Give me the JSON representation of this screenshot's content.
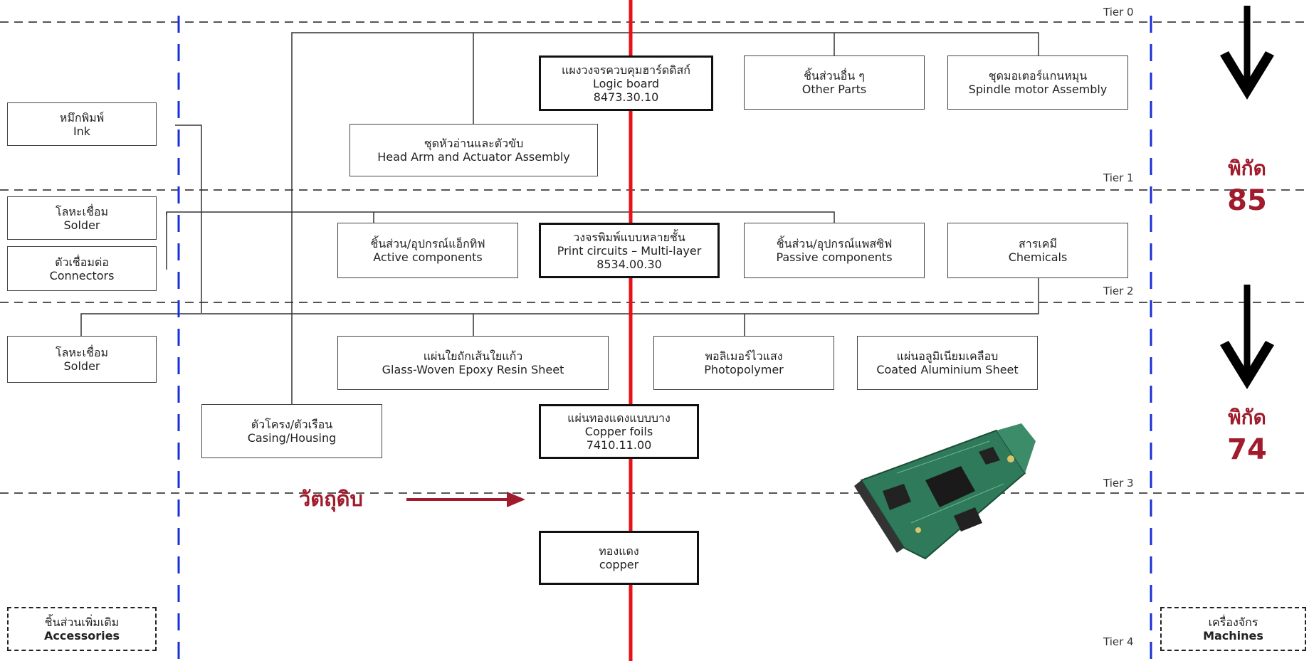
{
  "tiers": [
    "Tier 0",
    "Tier 1",
    "Tier 2",
    "Tier 3",
    "Tier 4"
  ],
  "boxes": {
    "ink": [
      "หมึกพิมพ์",
      "Ink"
    ],
    "solder1": [
      "โลหะเชื่อม",
      "Solder"
    ],
    "connectors": [
      "ตัวเชื่อมต่อ",
      "Connectors"
    ],
    "solder2": [
      "โลหะเชื่อม",
      "Solder"
    ],
    "logic_board": [
      "แผงวงจรควบคุมฮาร์ดดิสก์",
      "Logic board",
      "8473.30.10"
    ],
    "other_parts": [
      "ชิ้นส่วนอื่น ๆ",
      "Other Parts"
    ],
    "spindle": [
      "ชุดมอเตอร์แกนหมุน",
      "Spindle motor Assembly"
    ],
    "head_arm": [
      "ชุดหัวอ่านและตัวขับ",
      "Head Arm and Actuator Assembly"
    ],
    "active": [
      "ชิ้นส่วน/อุปกรณ์แอ็กทิฟ",
      "Active components"
    ],
    "pcb_multi": [
      "วงจรพิมพ์แบบหลายชั้น",
      "Print circuits – Multi-layer",
      "8534.00.30"
    ],
    "passive": [
      "ชิ้นส่วน/อุปกรณ์แพสซิฟ",
      "Passive components"
    ],
    "chemicals": [
      "สารเคมี",
      "Chemicals"
    ],
    "glass": [
      "แผ่นใยถักเส้นใยแก้ว",
      "Glass-Woven Epoxy Resin Sheet"
    ],
    "photopolymer": [
      "พอลิเมอร์ไวแสง",
      "Photopolymer"
    ],
    "aluminium": [
      "แผ่นอลูมิเนียมเคลือบ",
      "Coated Aluminium Sheet"
    ],
    "casing": [
      "ตัวโครง/ตัวเรือน",
      "Casing/Housing"
    ],
    "copper_foils": [
      "แผ่นทองแดงแบบบาง",
      "Copper foils",
      "7410.11.00"
    ],
    "copper": [
      "ทองแดง",
      "copper"
    ],
    "accessories": [
      "ชิ้นส่วนเพิ่มเติม",
      "Accessories"
    ],
    "machines": [
      "เครื่องจักร",
      "Machines"
    ]
  },
  "side_labels": {
    "pikad_1_word": "พิกัด",
    "pikad_1_num": "85",
    "pikad_2_word": "พิกัด",
    "pikad_2_num": "74",
    "raw_material": "วัตถุดิบ"
  },
  "colors": {
    "red_line": "#e8111a",
    "blue_line": "#1a2fd6",
    "accent_text": "#a01c2c",
    "raw_arrow": "#a01c2c",
    "dashed_tier": "#555555"
  },
  "icons": {
    "down_arrow_1": "down-arrow-icon",
    "down_arrow_2": "down-arrow-icon",
    "pcb_image": "circuit-board-image"
  }
}
